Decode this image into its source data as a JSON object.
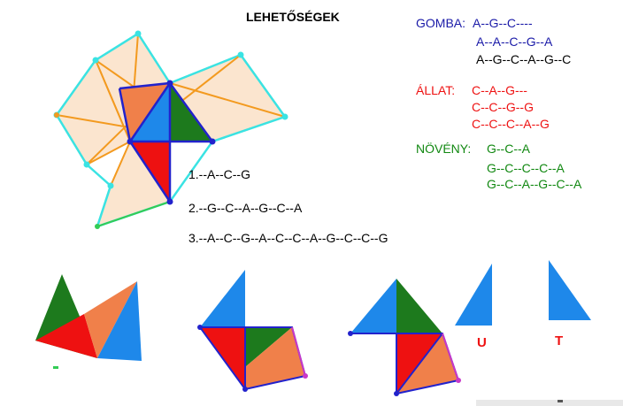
{
  "title": "LEHETŐSÉGEK",
  "colors": {
    "peach": "#fbe5cf",
    "cyan": "#3ae3e3",
    "orange": "#f39a1f",
    "blue_edge": "#2222cc",
    "blue_fill": "#1e88ea",
    "green_fill": "#1d7a1d",
    "red_fill": "#ee1111",
    "orange_fill": "#f0804a",
    "magenta_edge": "#c838c8"
  },
  "groups": {
    "gomba": {
      "label": "GOMBA:",
      "lines": [
        "A--G--C----",
        "A--A--C--G--A",
        "A--G--C--A--G--C"
      ]
    },
    "allat": {
      "label": "ÁLLAT:",
      "lines": [
        "C--A--G---",
        "C--C--G--G",
        "C--C--C--A--G"
      ]
    },
    "noveny": {
      "label": "NÖVÉNY:",
      "lines": [
        "G--C--A",
        "G--C--C--C--A",
        "G--C--A--G--C--A"
      ]
    }
  },
  "options": [
    "1.--A--C--G",
    "2.--G--C--A--G--C--A",
    "3.--A--C--G--A--C--C--A--G--C--C--G"
  ],
  "piece_labels": {
    "u": "U",
    "t": "T"
  }
}
